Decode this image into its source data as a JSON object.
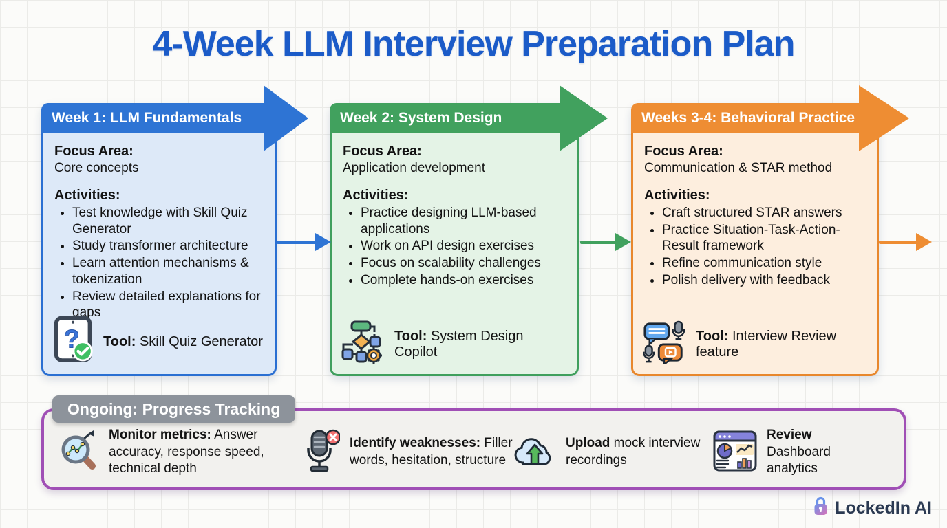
{
  "title": "4-Week LLM Interview Preparation Plan",
  "title_color": "#1b5bc8",
  "weeks": [
    {
      "header": "Week 1: LLM Fundamentals",
      "focus_label": "Focus Area:",
      "focus": "Core concepts",
      "activities_label": "Activities:",
      "activities": [
        "Test knowledge with Skill Quiz Generator",
        "Study transformer architecture",
        "Learn attention mechanisms & tokenization",
        "Review detailed explanations for gaps"
      ],
      "tool_label": "Tool:",
      "tool_name": "Skill Quiz Generator",
      "icon": "quiz-tablet-icon",
      "accent_color": "#2e74d4",
      "body_color": "#dde9f8"
    },
    {
      "header": "Week 2: System Design",
      "focus_label": "Focus Area:",
      "focus": "Application development",
      "activities_label": "Activities:",
      "activities": [
        "Practice designing LLM-based applications",
        "Work on API design exercises",
        "Focus on scalability challenges",
        "Complete hands-on exercises"
      ],
      "tool_label": "Tool:",
      "tool_name": "System Design Copilot",
      "icon": "flowchart-icon",
      "accent_color": "#41a15e",
      "body_color": "#e4f3e6"
    },
    {
      "header": "Weeks 3-4: Behavioral Practice",
      "focus_label": "Focus Area:",
      "focus": "Communication & STAR method",
      "activities_label": "Activities:",
      "activities": [
        "Craft structured STAR answers",
        "Practice Situation-Task-Action-Result framework",
        "Refine communication style",
        "Polish delivery with feedback"
      ],
      "tool_label": "Tool:",
      "tool_name": "Interview Review feature",
      "icon": "chat-mic-review-icon",
      "accent_color": "#ee8d33",
      "body_color": "#fdeede"
    }
  ],
  "ongoing": {
    "badge": "Ongoing: Progress Tracking",
    "border_color": "#a04fb5",
    "badge_color": "#8d939b",
    "items": [
      {
        "bold": "Monitor metrics:",
        "rest": "Answer accuracy, response speed, technical depth",
        "icon": "magnifier-chart-icon"
      },
      {
        "bold": "Identify weaknesses:",
        "rest": "Filler words, hesitation, structure",
        "icon": "microphone-error-icon"
      },
      {
        "bold": "Upload",
        "rest": "mock interview recordings",
        "icon": "cloud-upload-icon"
      },
      {
        "bold": "Review",
        "rest": "Dashboard analytics",
        "icon": "dashboard-analytics-icon"
      }
    ]
  },
  "logo": {
    "name": "LockedIn AI"
  }
}
